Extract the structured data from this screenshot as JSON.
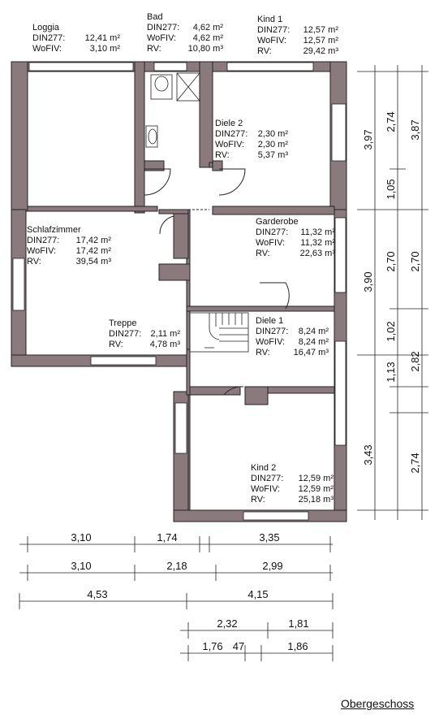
{
  "rooms": {
    "loggia": {
      "name": "Loggia",
      "din": "12,41 m²",
      "wofiv": "3,10 m²",
      "rv": ""
    },
    "bad": {
      "name": "Bad",
      "din": "4,62 m²",
      "wofiv": "4,62 m²",
      "rv": "10,80 m³"
    },
    "kind1": {
      "name": "Kind 1",
      "din": "12,57 m²",
      "wofiv": "12,57 m²",
      "rv": "29,42 m³"
    },
    "diele2": {
      "name": "Diele 2",
      "din": "2,30 m²",
      "wofiv": "2,30 m²",
      "rv": "5,37 m³"
    },
    "schlafzimmer": {
      "name": "Schlafzimmer",
      "din": "17,42 m²",
      "wofiv": "17,42 m²",
      "rv": "39,54 m³"
    },
    "garderobe": {
      "name": "Garderobe",
      "din": "11,32 m²",
      "wofiv": "11,32 m²",
      "rv": "22,63 m³"
    },
    "treppe": {
      "name": "Treppe",
      "din": "2,11 m²",
      "wofiv": "",
      "rv": "4,78 m³"
    },
    "diele1": {
      "name": "Diele 1",
      "din": "8,24 m²",
      "wofiv": "8,24 m²",
      "rv": "16,47 m³"
    },
    "kind2": {
      "name": "Kind 2",
      "din": "12,59 m²",
      "wofiv": "12,59 m²",
      "rv": "25,18 m³"
    }
  },
  "labels": {
    "din": "DIN277:",
    "wofiv": "WoFIV:",
    "rv": "RV:"
  },
  "dims_bottom": {
    "row1": [
      "3,10",
      "1,74",
      "3,35"
    ],
    "row2": [
      "3,10",
      "2,18",
      "2,99"
    ],
    "row3": [
      "4,53",
      "4,15"
    ],
    "row4": [
      "2,32",
      "1,81"
    ],
    "row5": [
      "1,76",
      "47",
      "1,86"
    ]
  },
  "dims_right": {
    "col1": [
      "3,97",
      "3,90",
      "3,43"
    ],
    "col2": [
      "2,74",
      "1,05",
      "2,70",
      "1,02",
      "1,13"
    ],
    "col3": [
      "3,87",
      "2,70",
      "2,82",
      "2,74"
    ]
  },
  "title": "Obergeschoss",
  "colors": {
    "wall": "#8a7a7e",
    "wall_stroke": "#222222"
  }
}
